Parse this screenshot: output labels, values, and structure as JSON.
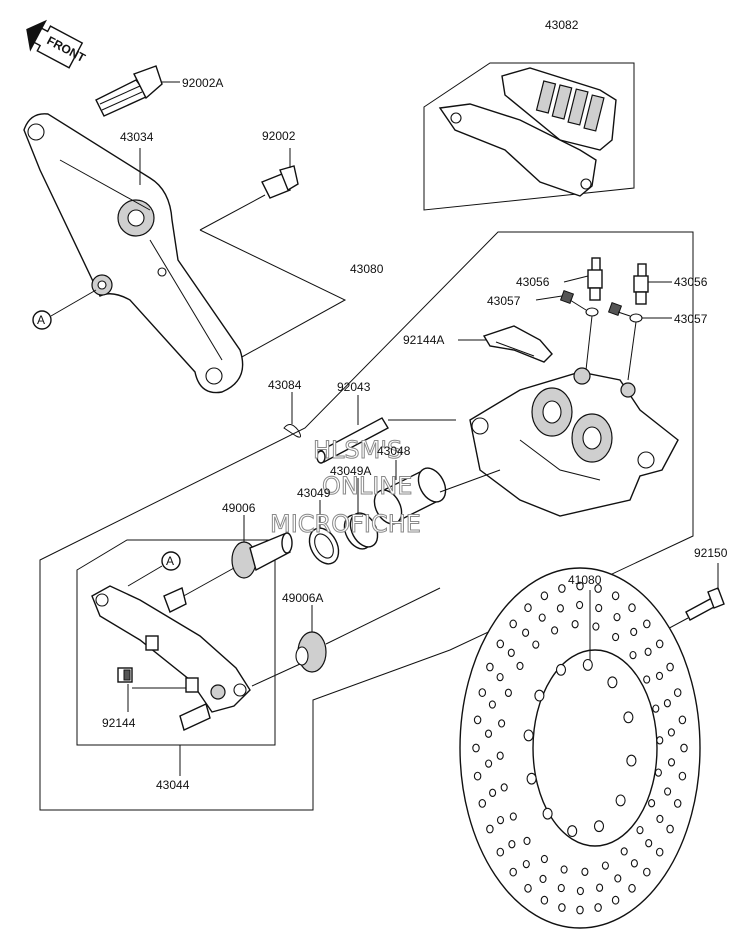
{
  "diagram": {
    "front_label": "FRONT",
    "reference_marks": [
      "A",
      "A"
    ],
    "parts": [
      {
        "number": "43082"
      },
      {
        "number": "92002A"
      },
      {
        "number": "43034"
      },
      {
        "number": "92002"
      },
      {
        "number": "43080"
      },
      {
        "number": "43056"
      },
      {
        "number": "43056"
      },
      {
        "number": "43057"
      },
      {
        "number": "43057"
      },
      {
        "number": "92144A"
      },
      {
        "number": "43084"
      },
      {
        "number": "92043"
      },
      {
        "number": "43048"
      },
      {
        "number": "43049A"
      },
      {
        "number": "43049"
      },
      {
        "number": "49006"
      },
      {
        "number": "49006A"
      },
      {
        "number": "92150"
      },
      {
        "number": "41080"
      },
      {
        "number": "92144"
      },
      {
        "number": "43044"
      }
    ],
    "watermark": [
      "HLSM'S",
      "ONLINE",
      "MICROFICHE"
    ]
  }
}
